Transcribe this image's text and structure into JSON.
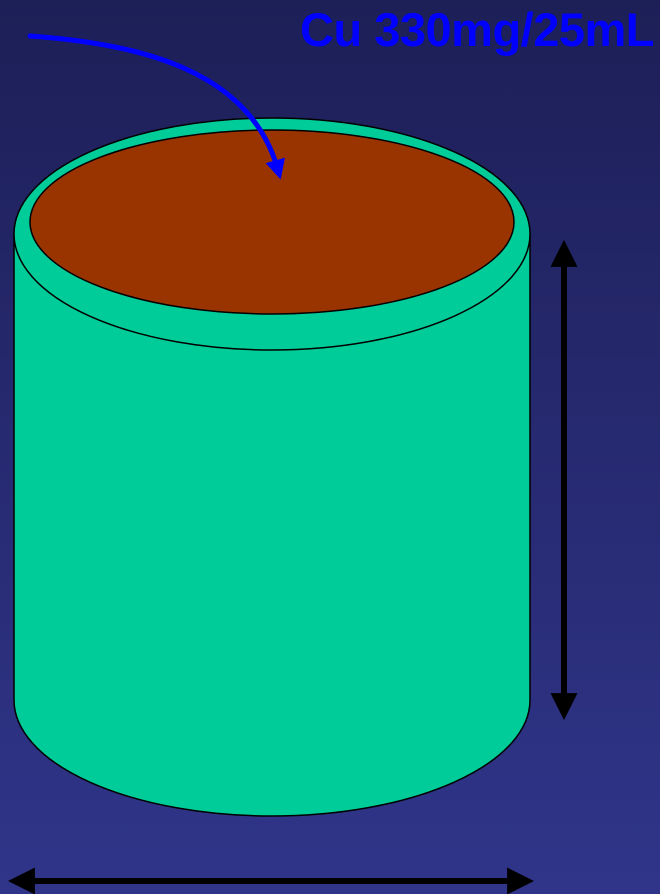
{
  "annotation": {
    "text": "Cu 330mg/25mL"
  },
  "colors": {
    "background_top": "#1d1f57",
    "background_bottom": "#30358a",
    "cylinder_fill": "#00cc99",
    "contents_fill": "#993300",
    "annotation_text": "#0000ff",
    "pointer_arrow": "#0000ff",
    "dimension_arrows": "#000000"
  },
  "icons": {
    "pointer": "curved-arrow",
    "height_marker": "double-headed-vertical-arrow",
    "width_marker": "double-headed-horizontal-arrow"
  }
}
